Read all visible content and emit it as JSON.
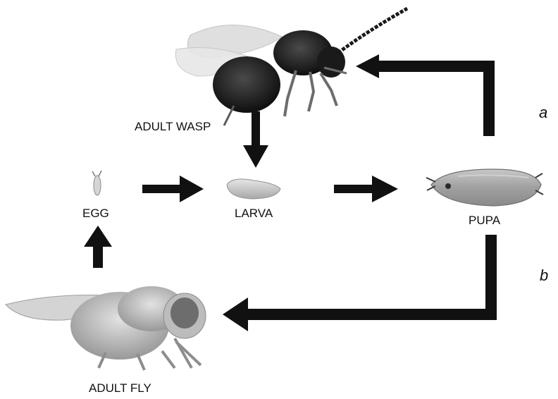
{
  "labels": {
    "adult_wasp": "ADULT WASP",
    "egg": "EGG",
    "larva": "LARVA",
    "pupa": "PUPA",
    "adult_fly": "ADULT FLY"
  },
  "path_tags": {
    "a": "a",
    "b": "b"
  },
  "colors": {
    "arrow": "#111111",
    "wasp_body": "#1b1b1b",
    "fly_body": "#b9b9b9",
    "pupa_body": "#a9a9a9",
    "larva_body": "#cfcfcf"
  }
}
